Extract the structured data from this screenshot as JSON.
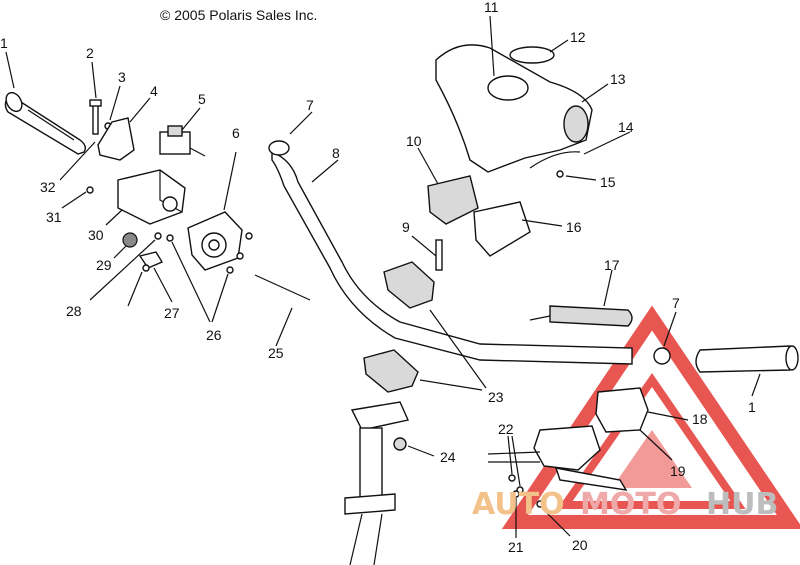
{
  "copyright": "© 2005 Polaris Sales Inc.",
  "watermark": {
    "auto": "AUTO",
    "moto": "MOTO",
    "hub": "HUB",
    "triangle_color": "#e53935"
  },
  "callouts": [
    {
      "id": "c1a",
      "label": "1"
    },
    {
      "id": "c2",
      "label": "2"
    },
    {
      "id": "c3",
      "label": "3"
    },
    {
      "id": "c4",
      "label": "4"
    },
    {
      "id": "c5",
      "label": "5"
    },
    {
      "id": "c6",
      "label": "6"
    },
    {
      "id": "c7a",
      "label": "7"
    },
    {
      "id": "c8",
      "label": "8"
    },
    {
      "id": "c9",
      "label": "9"
    },
    {
      "id": "c10",
      "label": "10"
    },
    {
      "id": "c11",
      "label": "11"
    },
    {
      "id": "c12",
      "label": "12"
    },
    {
      "id": "c13",
      "label": "13"
    },
    {
      "id": "c14",
      "label": "14"
    },
    {
      "id": "c15",
      "label": "15"
    },
    {
      "id": "c16",
      "label": "16"
    },
    {
      "id": "c17",
      "label": "17"
    },
    {
      "id": "c7b",
      "label": "7"
    },
    {
      "id": "c1b",
      "label": "1"
    },
    {
      "id": "c18",
      "label": "18"
    },
    {
      "id": "c19",
      "label": "19"
    },
    {
      "id": "c20",
      "label": "20"
    },
    {
      "id": "c21",
      "label": "21"
    },
    {
      "id": "c22",
      "label": "22"
    },
    {
      "id": "c23",
      "label": "23"
    },
    {
      "id": "c24",
      "label": "24"
    },
    {
      "id": "c25",
      "label": "25"
    },
    {
      "id": "c26",
      "label": "26"
    },
    {
      "id": "c27",
      "label": "27"
    },
    {
      "id": "c28",
      "label": "28"
    },
    {
      "id": "c29",
      "label": "29"
    },
    {
      "id": "c30",
      "label": "30"
    },
    {
      "id": "c31",
      "label": "31"
    },
    {
      "id": "c32",
      "label": "32"
    }
  ]
}
